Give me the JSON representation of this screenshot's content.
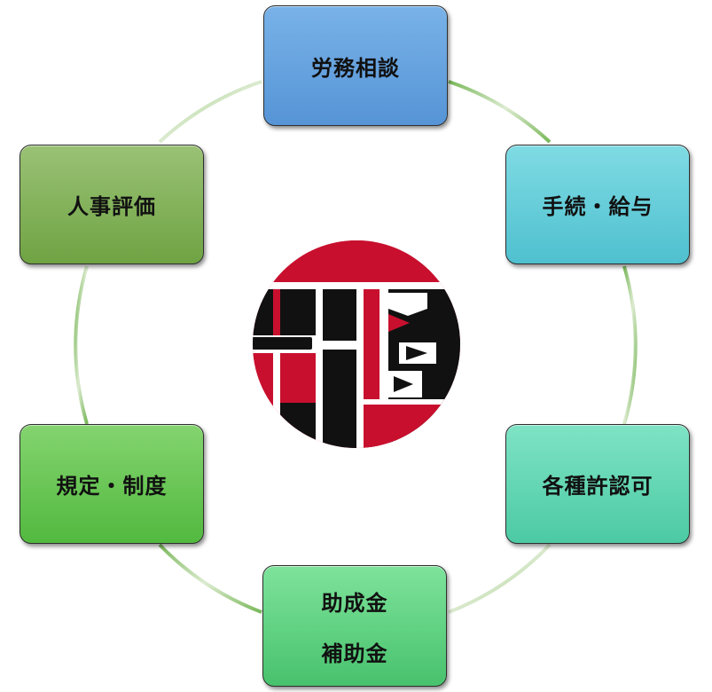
{
  "nodes": {
    "top": {
      "label": "労務相談"
    },
    "top_right": {
      "label": "手続・給与"
    },
    "bottom_right": {
      "label": "各種許認可"
    },
    "bottom": {
      "line1": "助成金",
      "line2": "補助金"
    },
    "bottom_left": {
      "label": "規定・制度"
    },
    "top_left": {
      "label": "人事評価"
    }
  },
  "colors": {
    "top": "#5594d6",
    "top_right": "#4fc0cf",
    "bottom_right": "#4ccaa3",
    "bottom": "#48c26d",
    "bottom_left": "#52b93f",
    "top_left": "#6fa343",
    "ring": "#8cc56a",
    "logo_red": "#c8102e",
    "logo_black": "#111111"
  },
  "icons": {
    "center_logo": "circular-kanji-seal-logo"
  }
}
